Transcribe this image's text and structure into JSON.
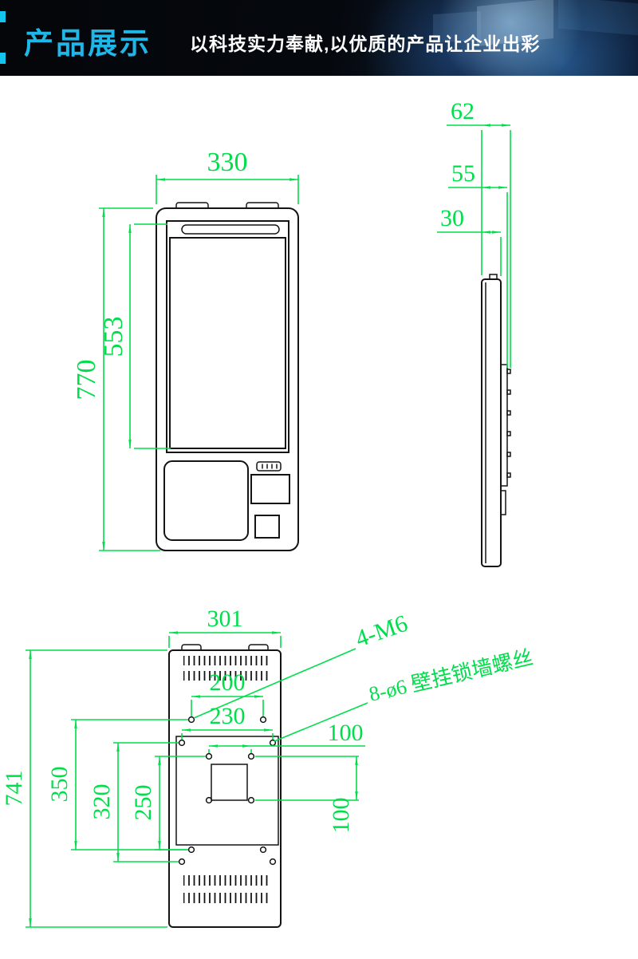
{
  "header": {
    "title": "产品展示",
    "subtitle": "以科技实力奉献,以优质的产品让企业出彩"
  },
  "front_view": {
    "width": "330",
    "screen_height": "553",
    "total_height": "770"
  },
  "side_view": {
    "total_depth": "62",
    "mid_depth": "55",
    "body_depth": "30"
  },
  "back_view": {
    "width": "301",
    "hole_span_inner": "200",
    "hole_span_outer": "230",
    "vesa_width": "100",
    "vesa_height": "100",
    "total_height": "741",
    "span_a": "350",
    "span_b": "320",
    "span_c": "250",
    "label_m6": "4-M6",
    "label_wall_screws": "8-ø6 壁挂锁墙螺丝"
  },
  "colors": {
    "dimension_green": "#00DE4B",
    "title_cyan": "#1FB6E8"
  }
}
